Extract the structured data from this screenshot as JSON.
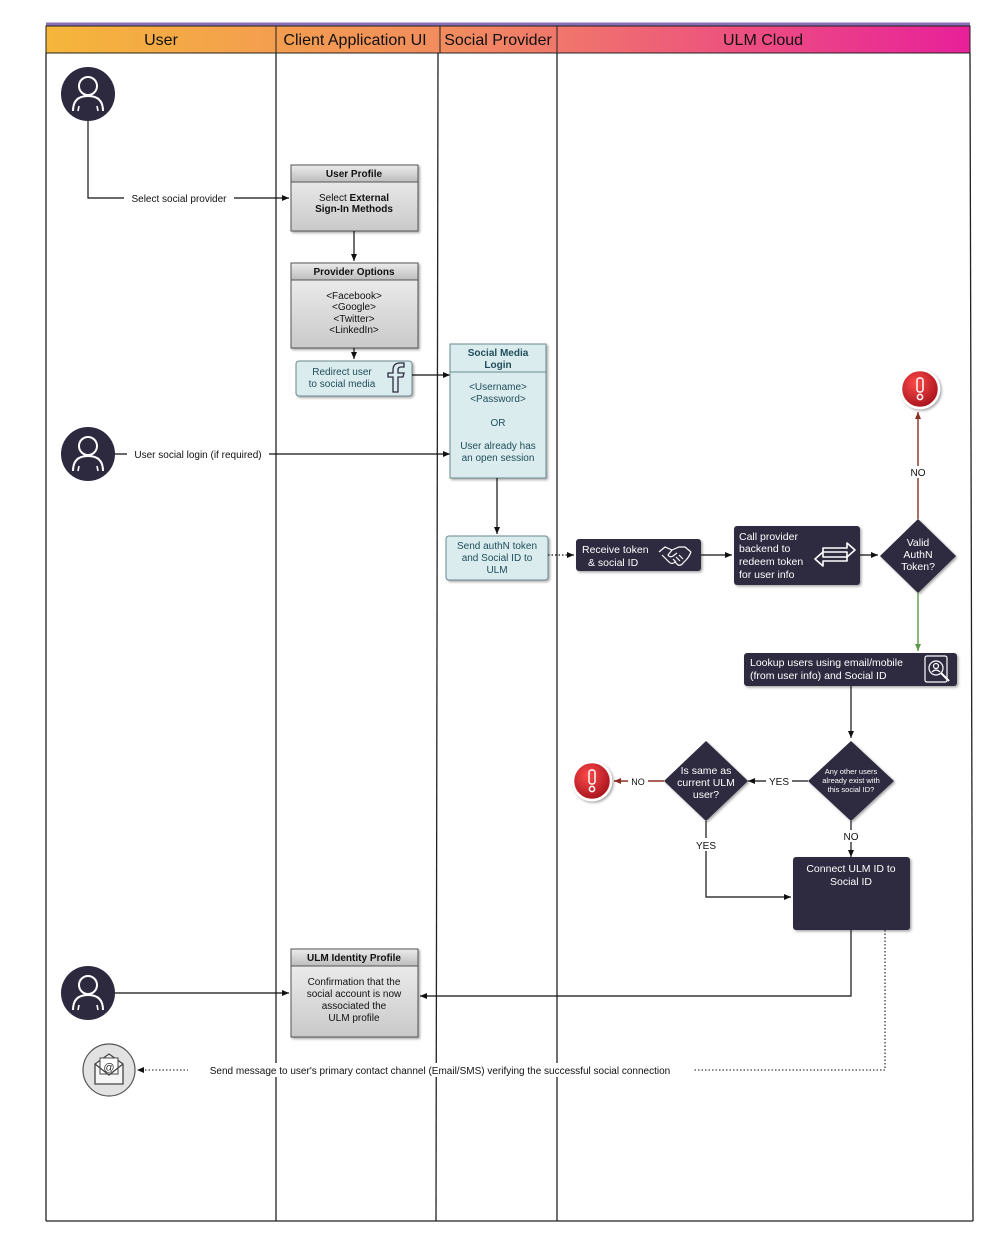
{
  "lanes": {
    "user": "User",
    "client": "Client Application UI",
    "social": "Social Provider",
    "ulm": "ULM Cloud"
  },
  "labels": {
    "select_provider": "Select social provider",
    "user_social_login": "User social login (if required)",
    "send_message": "Send message to user's primary contact channel (Email/SMS) verifying the successful social connection"
  },
  "user_profile": {
    "title": "User Profile",
    "line1_prefix": "Select ",
    "line1_bold": "External",
    "line2_bold": "Sign-In Methods"
  },
  "provider_options": {
    "title": "Provider Options",
    "items": [
      "<Facebook>",
      "<Google>",
      "<Twitter>",
      "<LinkedIn>"
    ]
  },
  "redirect": {
    "line1": "Redirect user",
    "line2": "to social media"
  },
  "social_login": {
    "title1": "Social Media",
    "title2": "Login",
    "username": "<Username>",
    "password": "<Password>",
    "or": "OR",
    "session1": "User already has",
    "session2": "an open session"
  },
  "send_token": {
    "line1": "Send authN token",
    "line2": "and Social ID to",
    "line3": "ULM"
  },
  "receive_token": {
    "line1": "Receive token",
    "line2": "& social ID"
  },
  "call_provider": {
    "line1": "Call provider",
    "line2": "backend to",
    "line3": "redeem token",
    "line4": "for user info"
  },
  "valid_token": {
    "line1": "Valid",
    "line2": "AuthN",
    "line3": "Token?"
  },
  "lookup": {
    "line1": "Lookup users using email/mobile",
    "line2": "(from user info) and Social ID"
  },
  "other_users": {
    "line1": "Any other users",
    "line2": "already exist with",
    "line3": "this social ID?"
  },
  "same_user": {
    "line1": "Is same as",
    "line2": "current ULM",
    "line3": "user?"
  },
  "connect": {
    "line1": "Connect ULM ID to",
    "line2": "Social ID"
  },
  "identity_profile": {
    "title": "ULM Identity Profile",
    "line1": "Confirmation that the",
    "line2": "social account is now",
    "line3": "associated the",
    "line4": "ULM profile"
  },
  "branches": {
    "no": "NO",
    "yes": "YES"
  },
  "icons": [
    "user-avatar-icon",
    "facebook-icon",
    "handshake-icon",
    "exchange-arrows-icon",
    "search-user-icon",
    "error-alert-icon",
    "email-icon"
  ],
  "colors": {
    "lane_gradient_start": "#f5b63a",
    "lane_gradient_end": "#e8209a",
    "dark_node": "#2d2a40",
    "teal_node": "#dbecee",
    "error_red": "#c8202a",
    "yes_green": "#5a9a4a",
    "no_red": "#8b2e22"
  }
}
